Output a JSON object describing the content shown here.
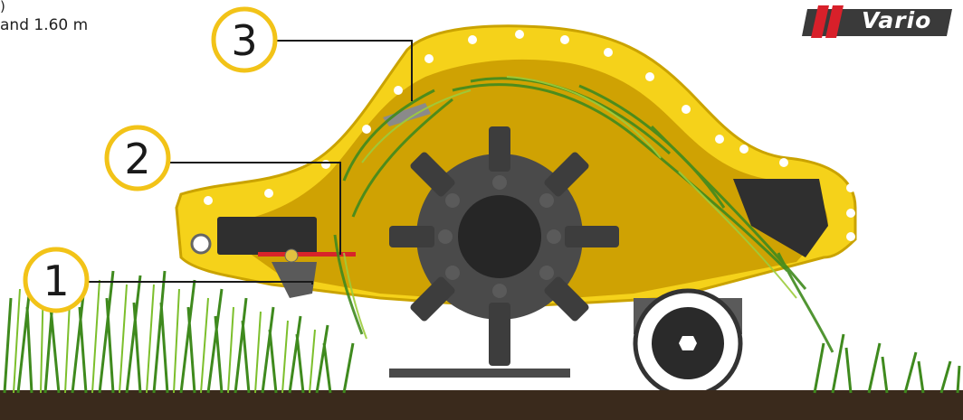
{
  "header_text": {
    "line1": ")",
    "line2": "and 1.60 m"
  },
  "logo": {
    "text": "Vario",
    "stripe_color": "#d8202a",
    "bg_color": "#3a3a3a"
  },
  "callouts": [
    {
      "number": "1",
      "label": ""
    },
    {
      "number": "2",
      "label": ""
    },
    {
      "number": "3",
      "label": ""
    }
  ],
  "colors": {
    "housing_yellow": "#f5d21a",
    "housing_dark": "#d2a800",
    "interior": "#c89a00",
    "rotor": "#3d3d3d",
    "blade_bar": "#d8242a",
    "grass": "#3f8a1e",
    "soil": "#3a2a1c",
    "callout_ring": "#f2c318"
  }
}
